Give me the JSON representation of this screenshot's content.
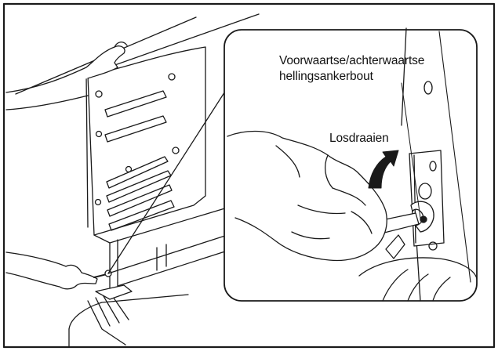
{
  "labels": {
    "bolt_line1": "Voorwaartse/achterwaartse",
    "bolt_line2": "hellingsankerbout",
    "loosen": "Losdraaien"
  },
  "colors": {
    "line": "#1a1a1a",
    "background": "#ffffff"
  },
  "icons": {
    "rotation_arrow": "curved-arrow-icon"
  }
}
